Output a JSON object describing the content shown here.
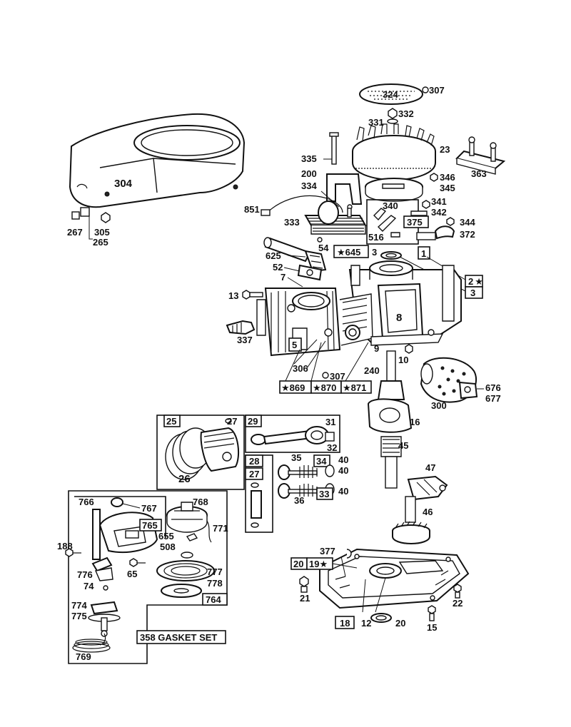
{
  "labels": {
    "l304": "304",
    "l267": "267",
    "l305": "305",
    "l265": "265",
    "l324": "324",
    "l307a": "307",
    "l331": "331",
    "l332": "332",
    "l23": "23",
    "l335": "335",
    "l200": "200",
    "l334": "334",
    "l346": "346",
    "l345": "345",
    "l363": "363",
    "l851": "851",
    "l333": "333",
    "l340": "340",
    "l341": "341",
    "l342": "342",
    "l375": "375",
    "l344": "344",
    "l516": "516",
    "l372": "372",
    "l625": "625",
    "l54": "54",
    "l645": "645",
    "l3a": "3",
    "l1": "1",
    "l52": "52",
    "l7": "7",
    "l2": "2",
    "l3b": "3",
    "l13": "13",
    "l8": "8",
    "l337": "337",
    "l5": "5",
    "l9": "9",
    "l10": "10",
    "l306": "306",
    "l307b": "307",
    "l240": "240",
    "l869": "869",
    "l870": "870",
    "l871": "871",
    "l300": "300",
    "l676": "676",
    "l677": "677",
    "l16": "16",
    "l25": "25",
    "l27a": "27",
    "l26": "26",
    "l29": "29",
    "l31": "31",
    "l32": "32",
    "l45": "45",
    "l28": "28",
    "l27b": "27",
    "l35": "35",
    "l34": "34",
    "l40a": "40",
    "l33": "33",
    "l40b": "40",
    "l36": "36",
    "l47": "47",
    "l46": "46",
    "l766": "766",
    "l767": "767",
    "l768": "768",
    "l765": "765",
    "l771": "771",
    "l655": "655",
    "l508": "508",
    "l188": "188",
    "l65": "65",
    "l777": "777",
    "l778": "778",
    "l776": "776",
    "l74": "74",
    "l764": "764",
    "l774": "774",
    "l775": "775",
    "l769": "769",
    "l358": "358 GASKET SET",
    "l377": "377",
    "l20a": "20",
    "l19": "19",
    "l21": "21",
    "l22": "22",
    "l18": "18",
    "l12": "12",
    "l20b": "20",
    "l15": "15"
  },
  "markers": {
    "star": "★"
  }
}
